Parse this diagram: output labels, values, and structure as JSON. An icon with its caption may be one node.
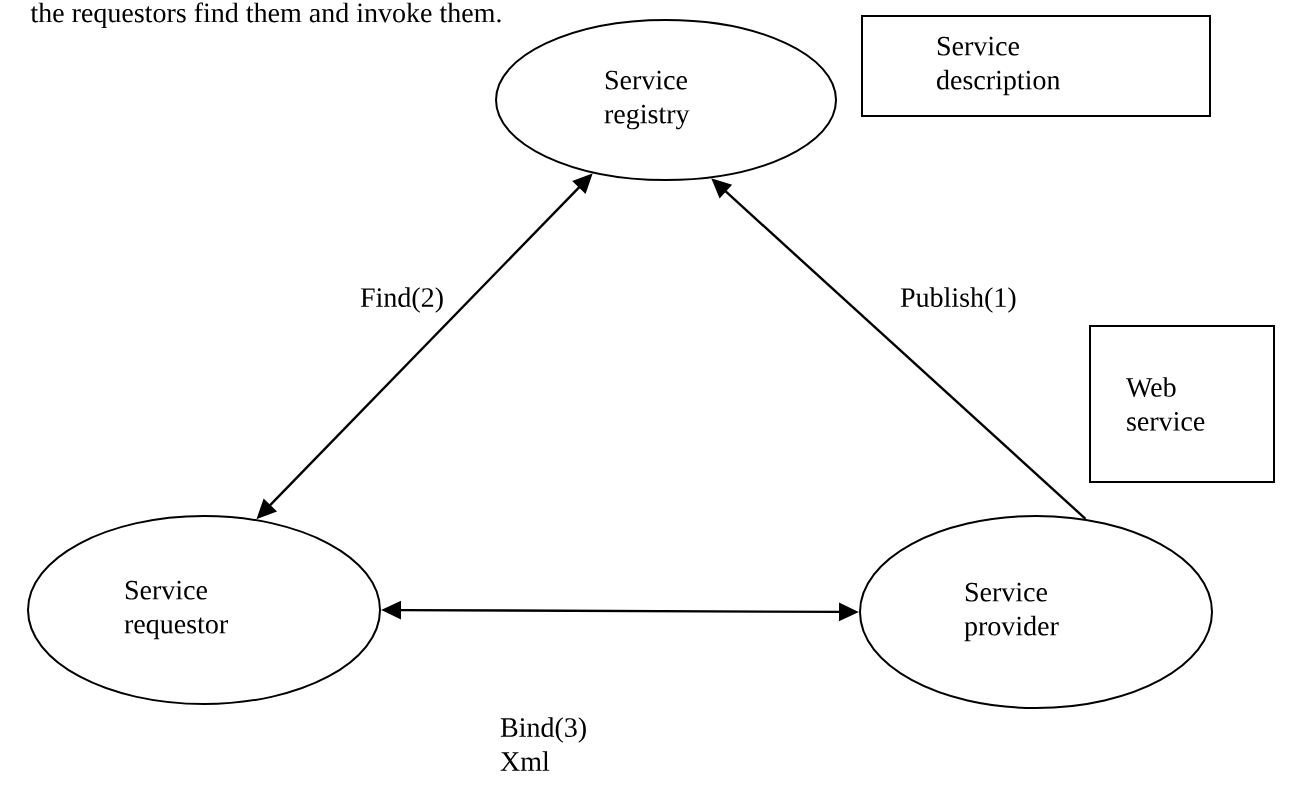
{
  "diagram": {
    "nodes": [
      {
        "text": [
          "Service registry"
        ]
      },
      {
        "text": [
          "Service description"
        ]
      },
      {
        "text": [
          "Web service"
        ]
      },
      {
        "text": [
          "Service requestor"
        ]
      },
      {
        "text": [
          "Service provider"
        ]
      }
    ],
    "edges": [
      {
        "from": 0,
        "to": 3,
        "arrow": "both",
        "label": "Find(2)"
      },
      {
        "from": 4,
        "to": 0,
        "arrow": "to",
        "label": "Publish(1)"
      },
      {
        "from": 3,
        "to": 4,
        "arrow": "both",
        "label": "Bind(3) Xml"
      }
    ],
    "labels": [
      "the requestors find them and invoke them."
    ]
  }
}
